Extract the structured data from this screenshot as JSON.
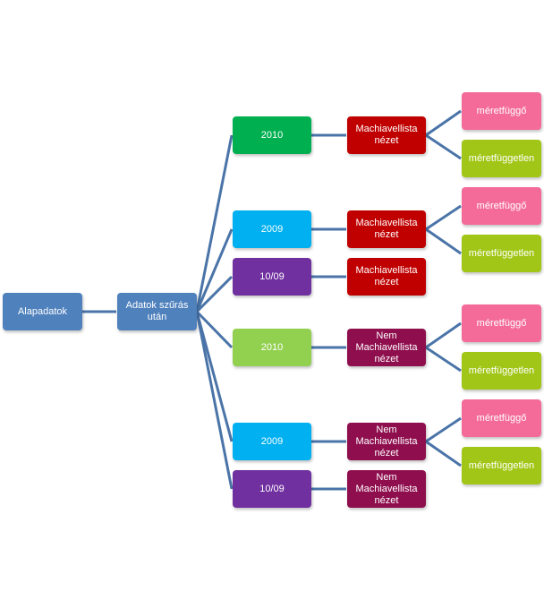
{
  "colors": {
    "link": "#4a74a8",
    "base": "#4f81bd",
    "year_green": "#00b050",
    "year_blue": "#00b0f0",
    "year_light_green": "#92d050",
    "combined_purple": "#7030a0",
    "mach_red": "#c00000",
    "nonmach_maroon": "#8e0e4e",
    "size_dep_pink": "#f46b9a",
    "size_indep_lime": "#a2c617"
  },
  "nodes": {
    "root": "Alapadatok",
    "filtered": "Adatok szűrás után",
    "y2010_a": "2010",
    "y2009_a": "2009",
    "y1009_a": "10/09",
    "y2010_b": "2010",
    "y2009_b": "2009",
    "y1009_b": "10/09",
    "mach_1": "Machiavellista nézet",
    "mach_2": "Machiavellista nézet",
    "mach_3": "Machiavellista nézet",
    "nonmach_1": "Nem Machiavellista nézet",
    "nonmach_2": "Nem Machiavellista nézet",
    "nonmach_3": "Nem Machiavellista nézet",
    "dep_1": "méretfüggő",
    "indep_1": "méretfüggetlen",
    "dep_2": "méretfüggő",
    "indep_2": "méretfüggetlen",
    "dep_3": "méretfüggő",
    "indep_3": "méretfüggetlen",
    "dep_4": "méretfüggő",
    "indep_4": "méretfüggetlen"
  }
}
